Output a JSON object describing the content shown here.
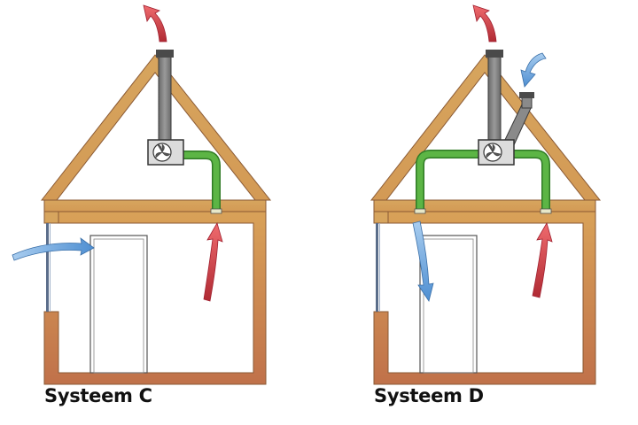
{
  "diagrams": [
    {
      "label": "Systeem C",
      "inflow": "natural",
      "exhaust": "mechanical",
      "components": [
        "wall-vent-supply-arrow",
        "exhaust-grille",
        "fan-unit",
        "roof-exhaust-pipe"
      ]
    },
    {
      "label": "Systeem D",
      "inflow": "mechanical",
      "exhaust": "mechanical",
      "components": [
        "roof-intake-pipe",
        "fan-unit",
        "supply-grille",
        "exhaust-grille",
        "roof-exhaust-pipe"
      ]
    }
  ],
  "colors": {
    "wall_top": "#d9a258",
    "wall_bottom": "#c0714a",
    "duct": "#5cb545",
    "duct_dark": "#2f7a25",
    "fan_body": "#dcdcdc",
    "pipe": "#8a8a8a",
    "supply_arrow": "#78aee0",
    "exhaust_arrow": "#d9454a",
    "window": "#5a6d8a"
  }
}
